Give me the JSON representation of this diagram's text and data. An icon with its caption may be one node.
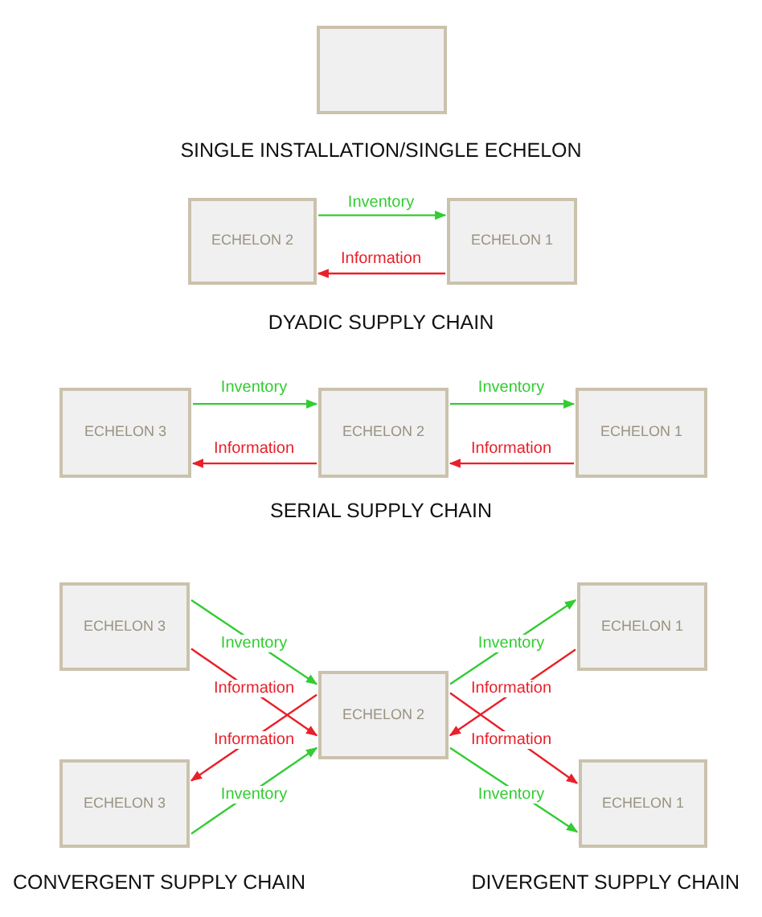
{
  "diagram": {
    "nodes": [
      {
        "text": [],
        "shape": "box"
      },
      {
        "text": [
          "ECHELON 2"
        ]
      },
      {
        "text": [
          "ECHELON 1"
        ]
      },
      {
        "text": [
          "ECHELON 3"
        ]
      },
      {
        "text": [
          "ECHELON 2"
        ]
      },
      {
        "text": [
          "ECHELON 1"
        ]
      },
      {
        "text": [
          "ECHELON 3"
        ]
      },
      {
        "text": [
          "ECHELON 2"
        ]
      },
      {
        "text": [
          "ECHELON 1"
        ]
      },
      {
        "text": [
          "ECHELON 3"
        ]
      },
      {
        "text": [
          "ECHELON 1"
        ]
      }
    ],
    "edges": [
      {
        "from": 1,
        "to": 2,
        "arrow": "to",
        "label": "Inventory",
        "color": "#33cc33"
      },
      {
        "from": 2,
        "to": 1,
        "arrow": "to",
        "label": "Information",
        "color": "#e8202a"
      },
      {
        "from": 3,
        "to": 4,
        "arrow": "to",
        "label": "Inventory",
        "color": "#33cc33"
      },
      {
        "from": 4,
        "to": 5,
        "arrow": "to",
        "label": "Inventory",
        "color": "#33cc33"
      },
      {
        "from": 4,
        "to": 3,
        "arrow": "to",
        "label": "Information",
        "color": "#e8202a"
      },
      {
        "from": 5,
        "to": 4,
        "arrow": "to",
        "label": "Information",
        "color": "#e8202a"
      },
      {
        "from": 6,
        "to": 7,
        "arrow": "to",
        "label": "Inventory",
        "color": "#33cc33"
      },
      {
        "from": 6,
        "to": 7,
        "arrow": "to",
        "label": "Information",
        "color": "#e8202a"
      },
      {
        "from": 7,
        "to": 9,
        "arrow": "to",
        "label": "Information",
        "color": "#e8202a"
      },
      {
        "from": 9,
        "to": 7,
        "arrow": "to",
        "label": "Inventory",
        "color": "#33cc33"
      },
      {
        "from": 7,
        "to": 8,
        "arrow": "to",
        "label": "Inventory",
        "color": "#33cc33"
      },
      {
        "from": 8,
        "to": 7,
        "arrow": "to",
        "label": "Information",
        "color": "#e8202a"
      },
      {
        "from": 7,
        "to": 10,
        "arrow": "to",
        "label": "Information",
        "color": "#e8202a"
      },
      {
        "from": 7,
        "to": 10,
        "arrow": "to",
        "label": "Inventory",
        "color": "#33cc33"
      }
    ],
    "labels": [
      "SINGLE INSTALLATION/SINGLE ECHELON",
      "DYADIC SUPPLY CHAIN",
      "SERIAL SUPPLY CHAIN",
      "CONVERGENT SUPPLY CHAIN",
      "DIVERGENT SUPPLY CHAIN"
    ]
  }
}
